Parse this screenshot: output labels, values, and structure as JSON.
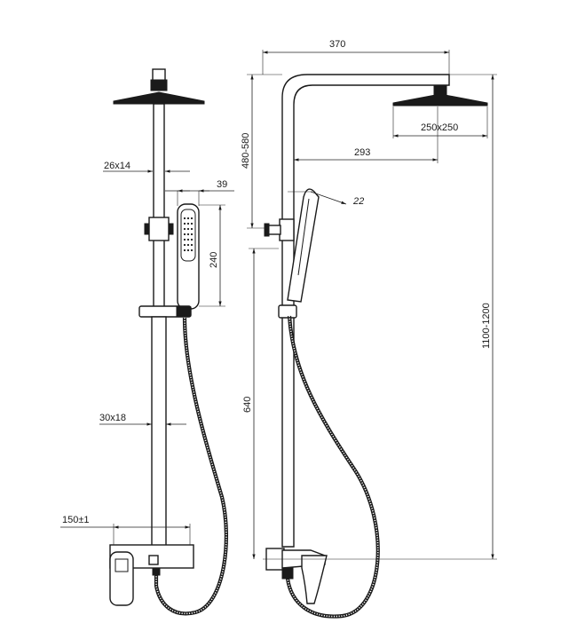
{
  "dimensions": {
    "arm_length": "370",
    "arm_height": "480-580",
    "head_size": "250x250",
    "arm_offset": "293",
    "upper_tube": "26x14",
    "hand_shower_depth": "39",
    "hand_shower_length": "240",
    "tilt_angle": "22",
    "total_height": "1100-1200",
    "lower_tube": "30x18",
    "holder_height": "640",
    "inlet_spacing": "150±1"
  },
  "colors": {
    "line": "#1a1a1a",
    "background": "#ffffff"
  }
}
